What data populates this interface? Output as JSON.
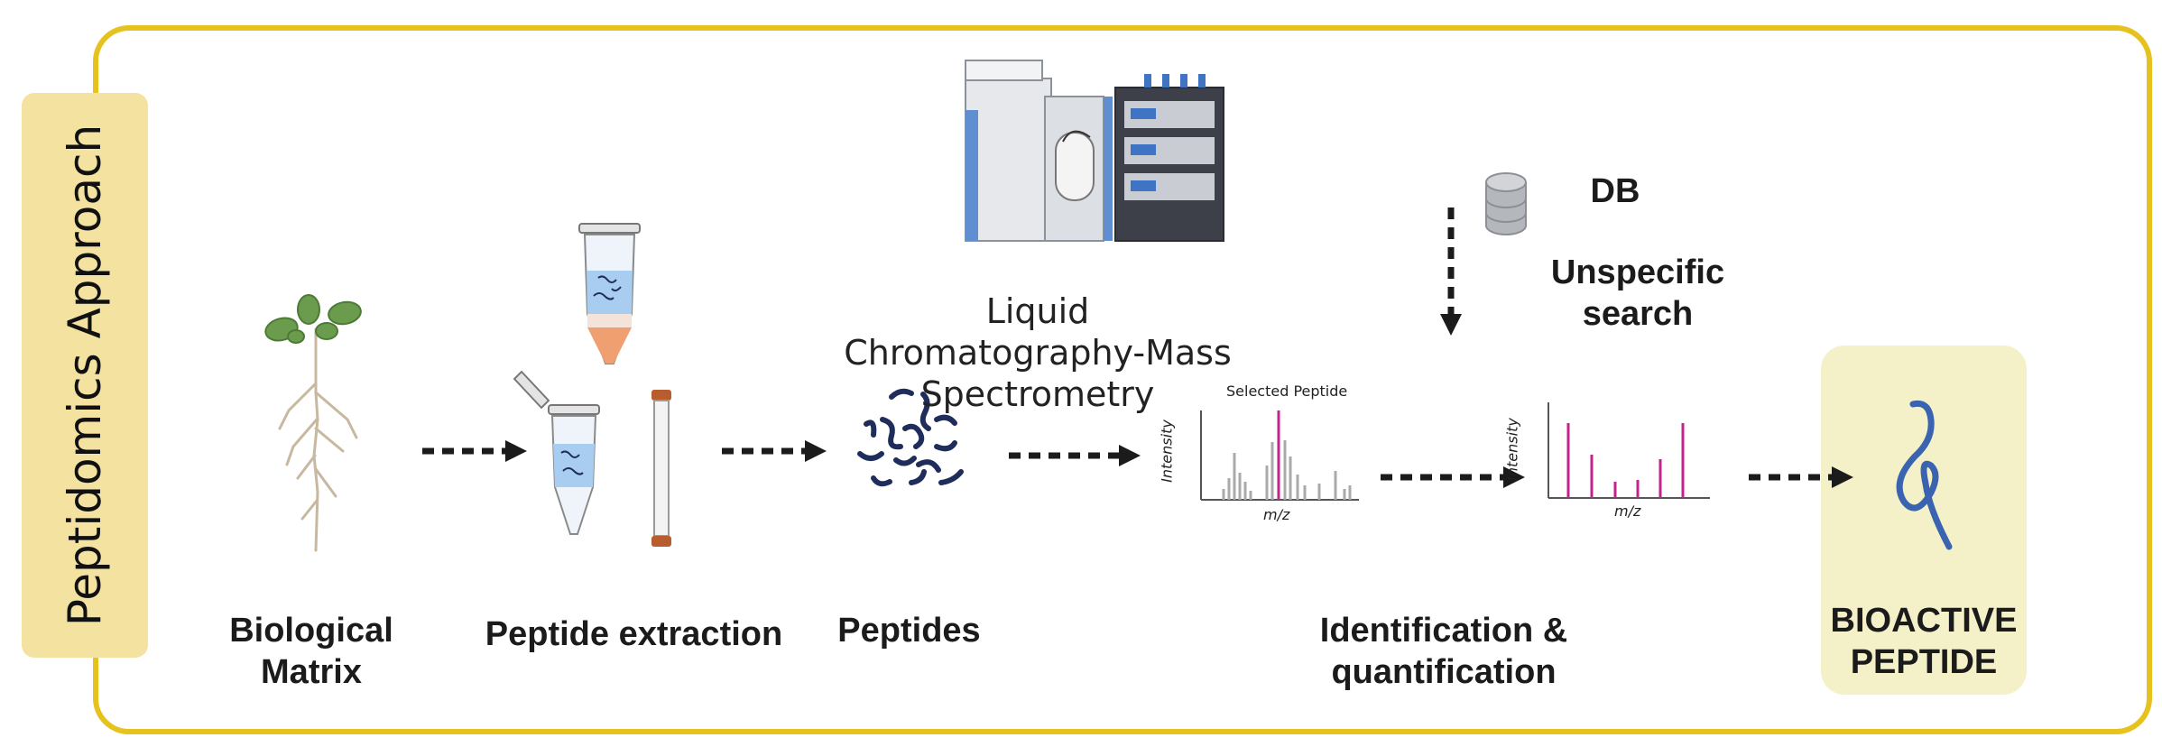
{
  "side_title": "Peptidomics Approach",
  "steps": {
    "biological_matrix": "Biological\nMatrix",
    "peptide_extraction": "Peptide extraction",
    "peptides": "Peptides",
    "identification": "Identification &\nquantification",
    "bioactive": "BIOACTIVE\nPEPTIDE"
  },
  "lcms": "Liquid Chromatography-Mass\nSpectrometry",
  "db": "DB",
  "unspecific_search": "Unspecific\nsearch",
  "spectrum1": {
    "annotation": "Selected Peptide",
    "ylabel": "Intensity",
    "xlabel": "m/z"
  },
  "spectrum2": {
    "ylabel": "Intensity",
    "xlabel": "m/z"
  },
  "colors": {
    "frame": "#e6c21f",
    "side_panel": "#f3e2a0",
    "result_box": "#f4f1c8",
    "highlight_peak": "#c2248f",
    "peptide_dark": "#1e2d5a",
    "peptide_blue": "#3a63b0"
  }
}
